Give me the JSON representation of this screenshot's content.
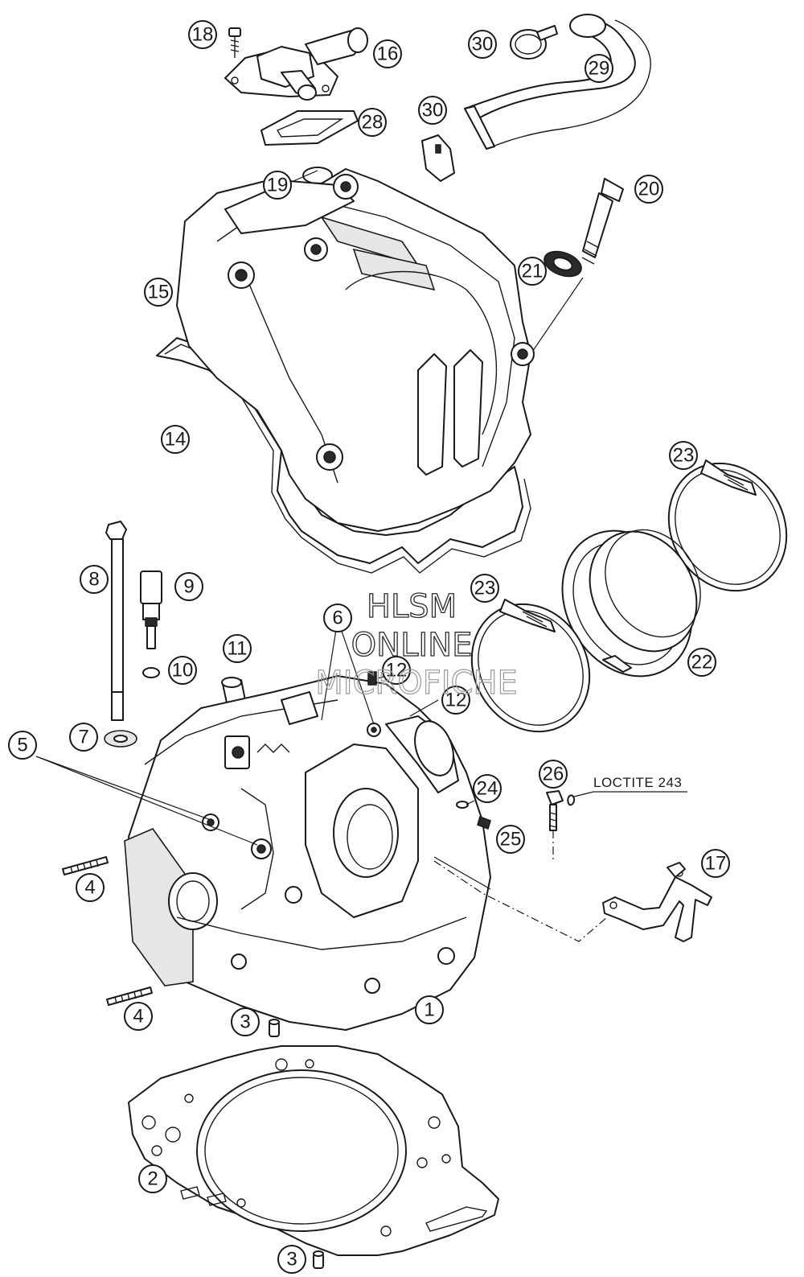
{
  "callouts": [
    {
      "id": "c18",
      "label": "18"
    },
    {
      "id": "c16",
      "label": "16"
    },
    {
      "id": "c28",
      "label": "28"
    },
    {
      "id": "c30a",
      "label": "30"
    },
    {
      "id": "c29",
      "label": "29"
    },
    {
      "id": "c30b",
      "label": "30"
    },
    {
      "id": "c19",
      "label": "19"
    },
    {
      "id": "c20",
      "label": "20"
    },
    {
      "id": "c15",
      "label": "15"
    },
    {
      "id": "c21",
      "label": "21"
    },
    {
      "id": "c14",
      "label": "14"
    },
    {
      "id": "c23a",
      "label": "23"
    },
    {
      "id": "c8",
      "label": "8"
    },
    {
      "id": "c9",
      "label": "9"
    },
    {
      "id": "c23b",
      "label": "23"
    },
    {
      "id": "c6",
      "label": "6"
    },
    {
      "id": "c11",
      "label": "11"
    },
    {
      "id": "c10",
      "label": "10"
    },
    {
      "id": "c12a",
      "label": "12"
    },
    {
      "id": "c22",
      "label": "22"
    },
    {
      "id": "c12b",
      "label": "12"
    },
    {
      "id": "c7",
      "label": "7"
    },
    {
      "id": "c5",
      "label": "5"
    },
    {
      "id": "c26",
      "label": "26"
    },
    {
      "id": "c24",
      "label": "24"
    },
    {
      "id": "c25",
      "label": "25"
    },
    {
      "id": "c17",
      "label": "17"
    },
    {
      "id": "c4a",
      "label": "4"
    },
    {
      "id": "c4b",
      "label": "4"
    },
    {
      "id": "c3a",
      "label": "3"
    },
    {
      "id": "c1",
      "label": "1"
    },
    {
      "id": "c2",
      "label": "2"
    },
    {
      "id": "c3b",
      "label": "3"
    }
  ],
  "note": {
    "text": "LOCTITE 243"
  },
  "watermark": {
    "line1": "HLSM",
    "line2": "ONLINE",
    "line3": "MICROFICHE"
  }
}
